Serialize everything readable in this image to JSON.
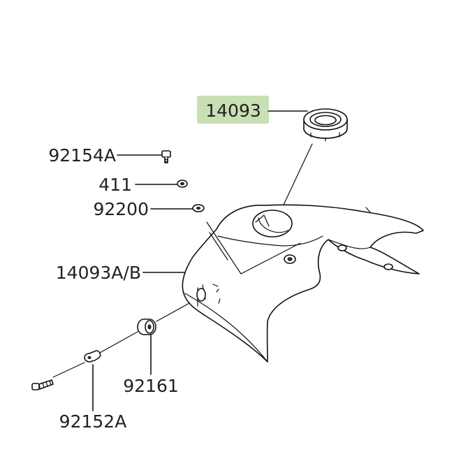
{
  "diagram": {
    "parts": [
      {
        "id": "cap",
        "label": "14093",
        "highlighted": true
      },
      {
        "id": "bolt-a",
        "label": "92154A",
        "highlighted": false
      },
      {
        "id": "washer-411",
        "label": "411",
        "highlighted": false
      },
      {
        "id": "washer-92200",
        "label": "92200",
        "highlighted": false
      },
      {
        "id": "cover",
        "label": "14093A/B",
        "highlighted": false
      },
      {
        "id": "grommet",
        "label": "92161",
        "highlighted": false
      },
      {
        "id": "collar",
        "label": "92152A",
        "highlighted": false
      }
    ],
    "colors": {
      "highlight": "#c8e0b4",
      "line": "#111111",
      "label": "#222222",
      "background": "#ffffff"
    }
  }
}
